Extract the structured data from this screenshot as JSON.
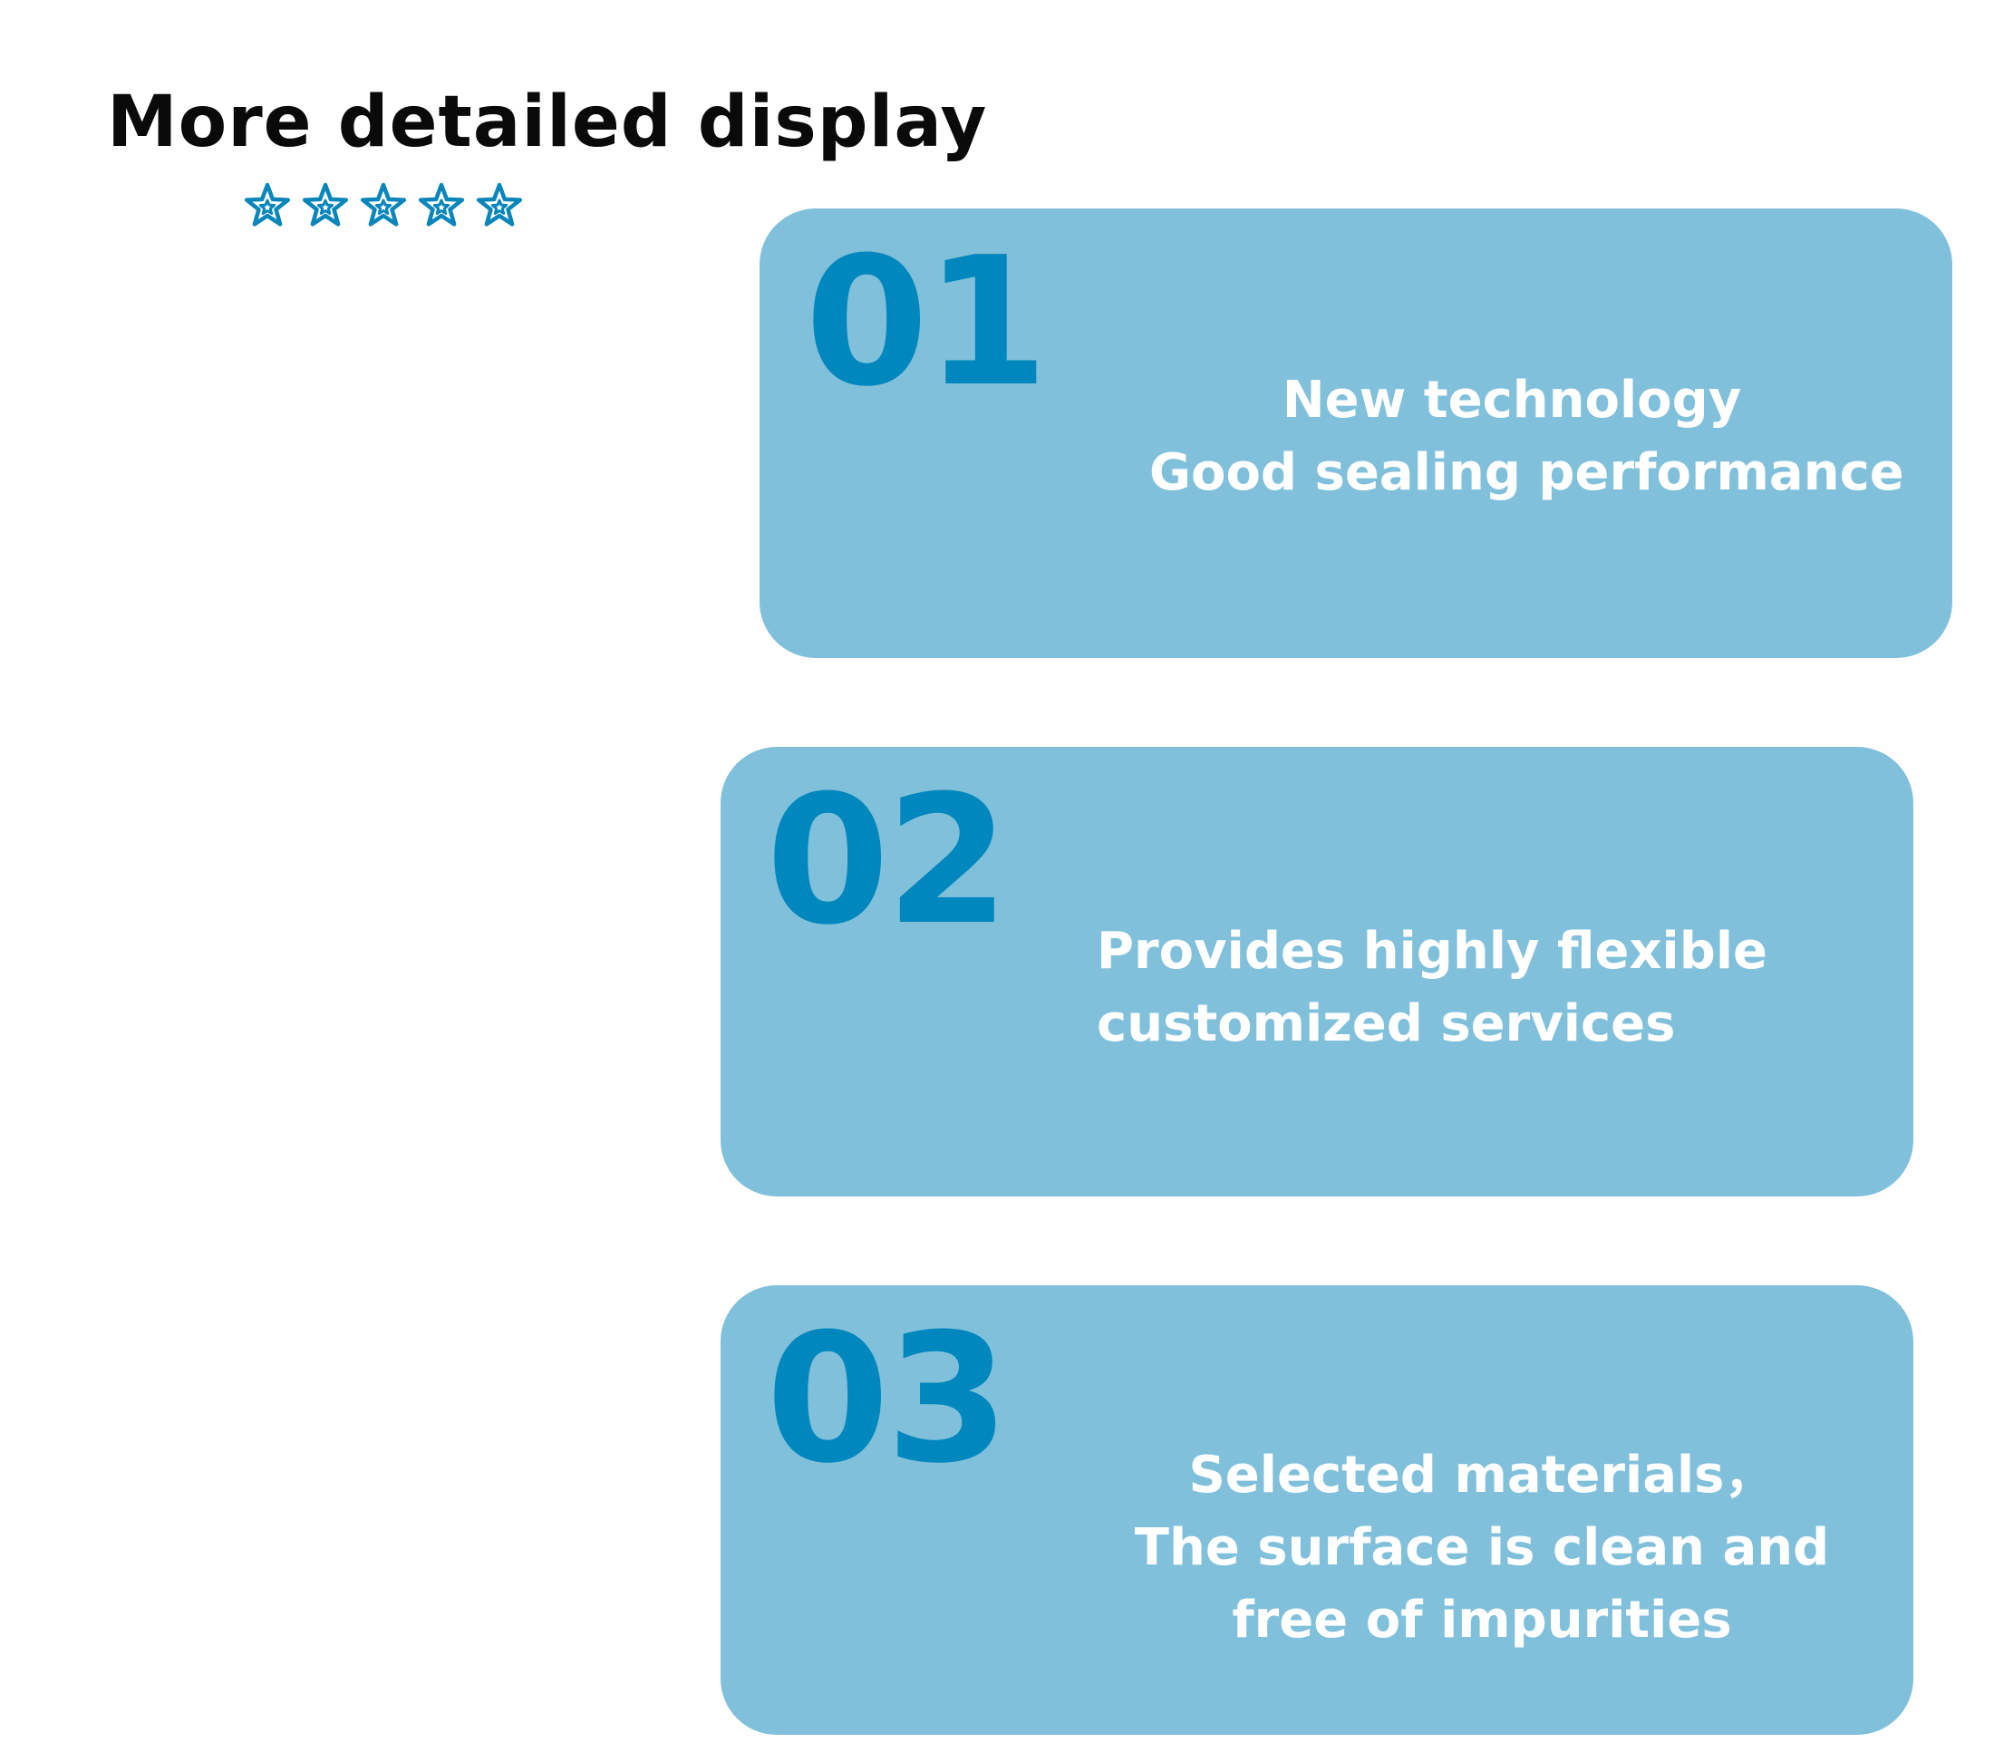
{
  "header": {
    "title": "More detailed display",
    "rating": 5,
    "star_icon": "star-icon"
  },
  "colors": {
    "card_background": "#80c0db",
    "number_color": "#0087bd",
    "star_color": "#0a86bb",
    "text_color": "#ffffff",
    "title_color": "#0a0a0a"
  },
  "cards": [
    {
      "number": "01",
      "lines": [
        "New technology",
        "Good sealing performance"
      ]
    },
    {
      "number": "02",
      "lines": [
        "Provides highly flexible",
        "customized services"
      ]
    },
    {
      "number": "03",
      "lines": [
        "Selected materials，",
        "The surface is clean and",
        "free of impurities"
      ]
    }
  ]
}
